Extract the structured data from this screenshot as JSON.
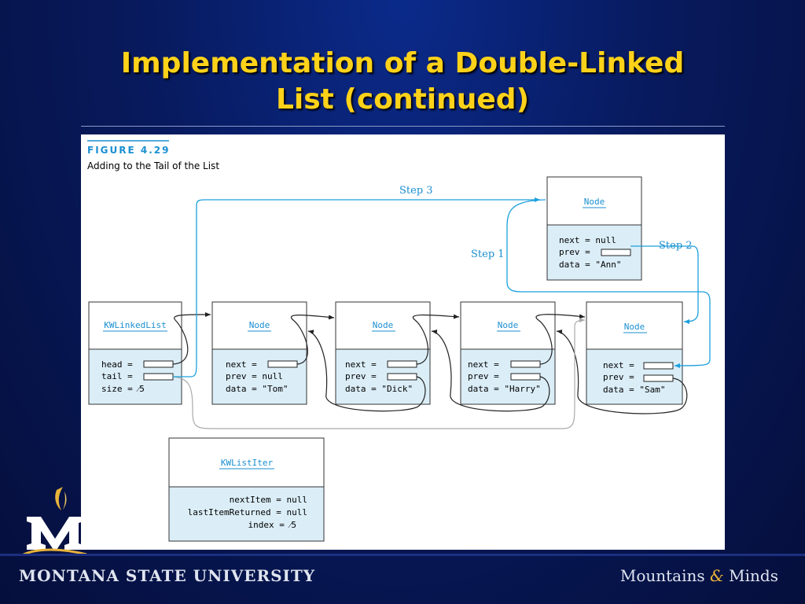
{
  "slide": {
    "title_line1": "Implementation of a Double-Linked",
    "title_line2": "List (continued)"
  },
  "figure": {
    "label": "FIGURE 4.29",
    "caption": "Adding to the Tail of the List",
    "steps": [
      "Step 1",
      "Step 2",
      "Step 3"
    ],
    "linked_list": {
      "heading": "KWLinkedList",
      "fields": [
        "head =",
        "tail =",
        "size = ⁄5"
      ]
    },
    "nodes": [
      {
        "heading": "Node",
        "fields": [
          "next =",
          "prev = null",
          "data = \"Tom\""
        ]
      },
      {
        "heading": "Node",
        "fields": [
          "next =",
          "prev =",
          "data = \"Dick\""
        ]
      },
      {
        "heading": "Node",
        "fields": [
          "next =",
          "prev =",
          "data = \"Harry\""
        ]
      },
      {
        "heading": "Node",
        "fields": [
          "next =",
          "prev =",
          "data = \"Sam\""
        ]
      }
    ],
    "new_node": {
      "heading": "Node",
      "fields": [
        "next = null",
        "prev =",
        "data = \"Ann\""
      ]
    },
    "iterator": {
      "heading": "KWListIter",
      "fields": [
        "nextItem = null",
        "lastItemReturned = null",
        "index = ⁄5"
      ]
    },
    "colors": {
      "header": "#ffffff",
      "body": "#dbeef8",
      "arrow": "#1aa0dc",
      "label": "#1a8fd0"
    }
  },
  "footer": {
    "university": "MONTANA STATE UNIVERSITY",
    "tagline_a": "Mountains",
    "tagline_amp": "&",
    "tagline_b": "Minds"
  }
}
